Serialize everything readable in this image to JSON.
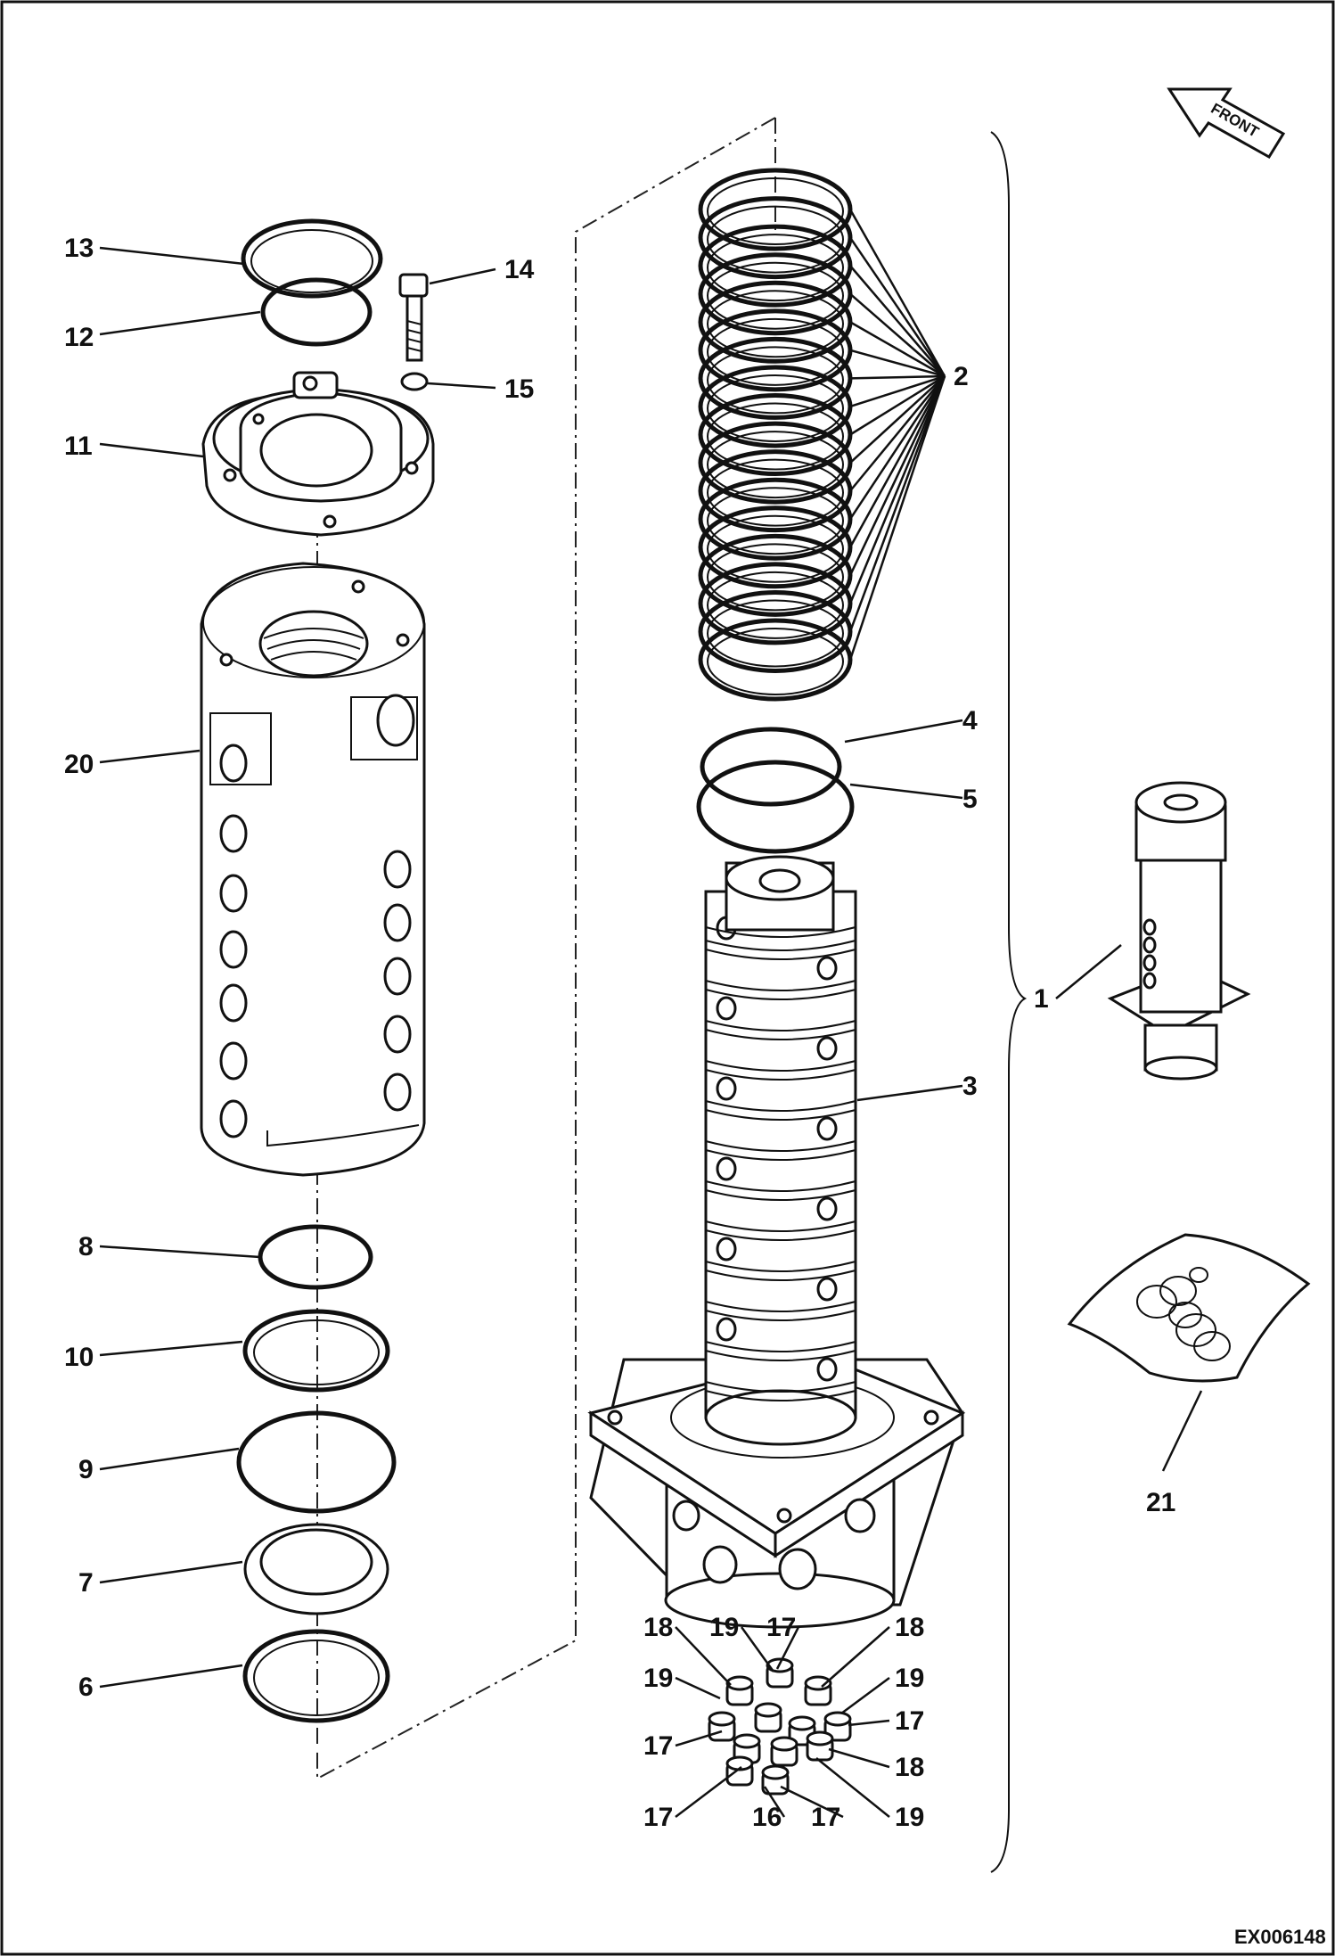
{
  "diagram": {
    "front_arrow_label": "FRONT",
    "figure_code": "EX006148",
    "callouts": {
      "c1": "1",
      "c2": "2",
      "c3": "3",
      "c4": "4",
      "c5": "5",
      "c6": "6",
      "c7": "7",
      "c8": "8",
      "c9": "9",
      "c10": "10",
      "c11": "11",
      "c12": "12",
      "c13": "13",
      "c14": "14",
      "c15": "15",
      "c20": "20",
      "c21": "21"
    },
    "fitting_callouts": [
      "18",
      "19",
      "17",
      "18",
      "19",
      "19",
      "17",
      "17",
      "18",
      "17",
      "16",
      "17",
      "19"
    ]
  }
}
